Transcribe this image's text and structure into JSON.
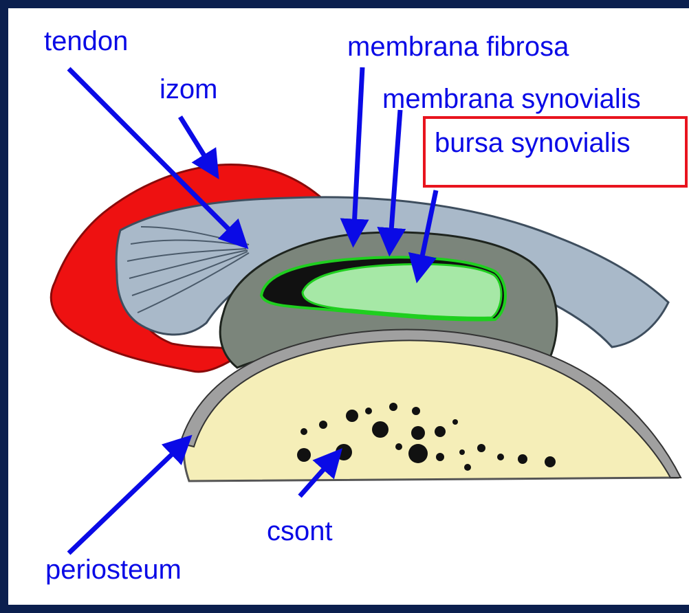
{
  "labels": {
    "tendon": "tendon",
    "izom": "izom",
    "membrana_fibrosa": "membrana fibrosa",
    "membrana_synovialis": "membrana synovialis",
    "bursa_synovialis": "bursa synovialis",
    "csont": "csont",
    "periosteum": "periosteum"
  },
  "colors": {
    "frame": "#0b1f4e",
    "label_text": "#0a0ae6",
    "arrow": "#0a0ae6",
    "highlight_box": "#e8141e",
    "muscle": "#ee1111",
    "tendon": "#a9b9c9",
    "fibrous_membrane": "#7b857b",
    "synovial_fluid": "#a6e8a6",
    "bone": "#f5eeb8",
    "periosteum": "#a0a0a0"
  }
}
